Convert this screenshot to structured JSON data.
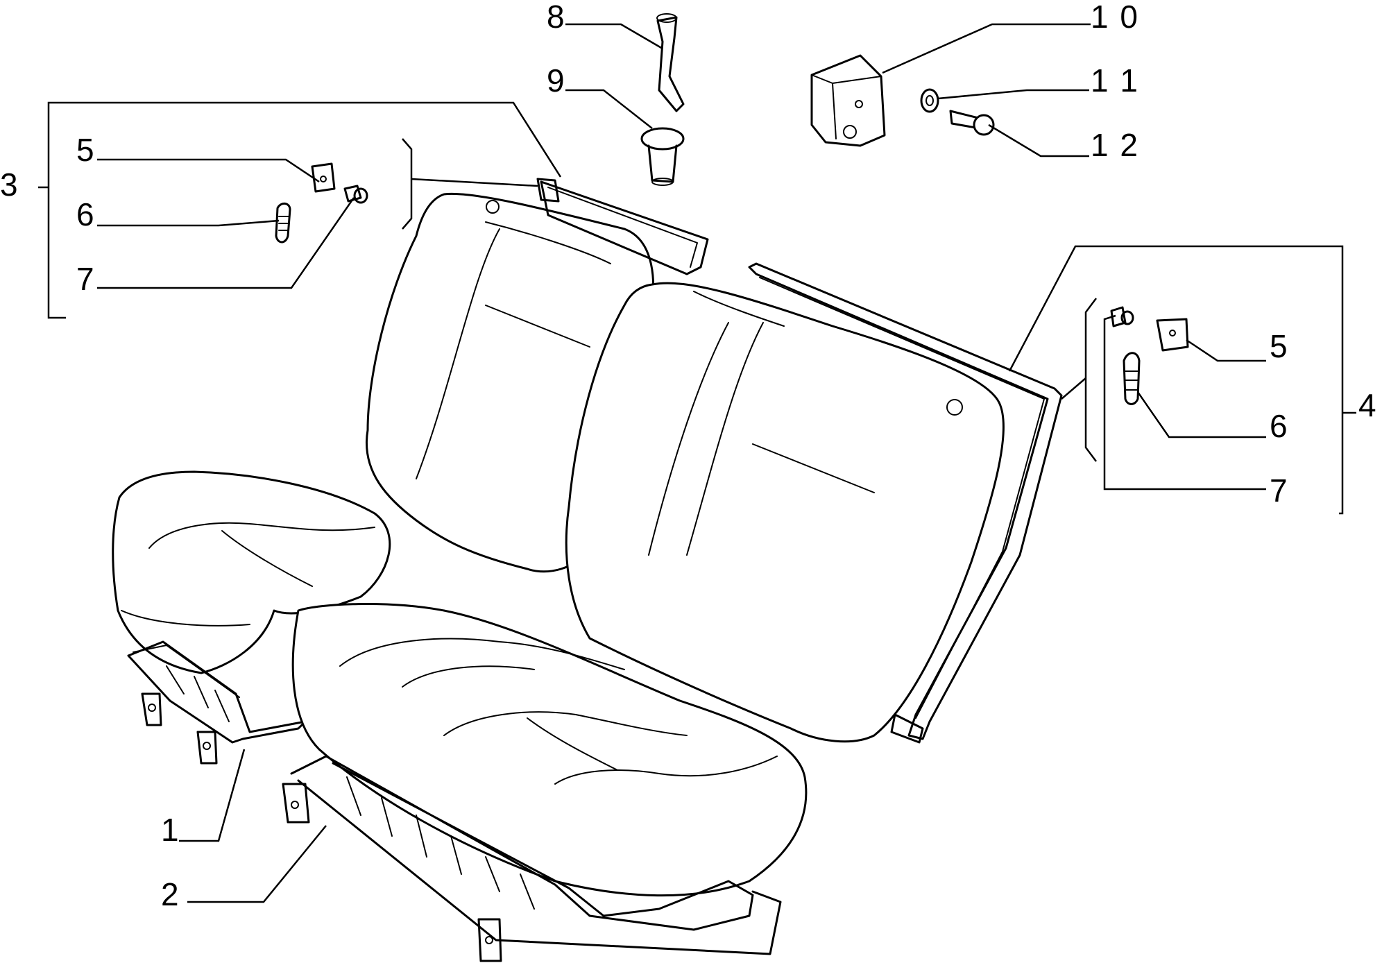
{
  "diagram": {
    "callouts": {
      "c1": "1",
      "c2": "2",
      "c3": "3",
      "c4": "4",
      "c5_left": "5",
      "c6_left": "6",
      "c7_left": "7",
      "c5_right": "5",
      "c6_right": "6",
      "c7_right": "7",
      "c8": "8",
      "c9": "9",
      "c10": "1 0",
      "c11": "1 1",
      "c12": "1 2"
    }
  }
}
